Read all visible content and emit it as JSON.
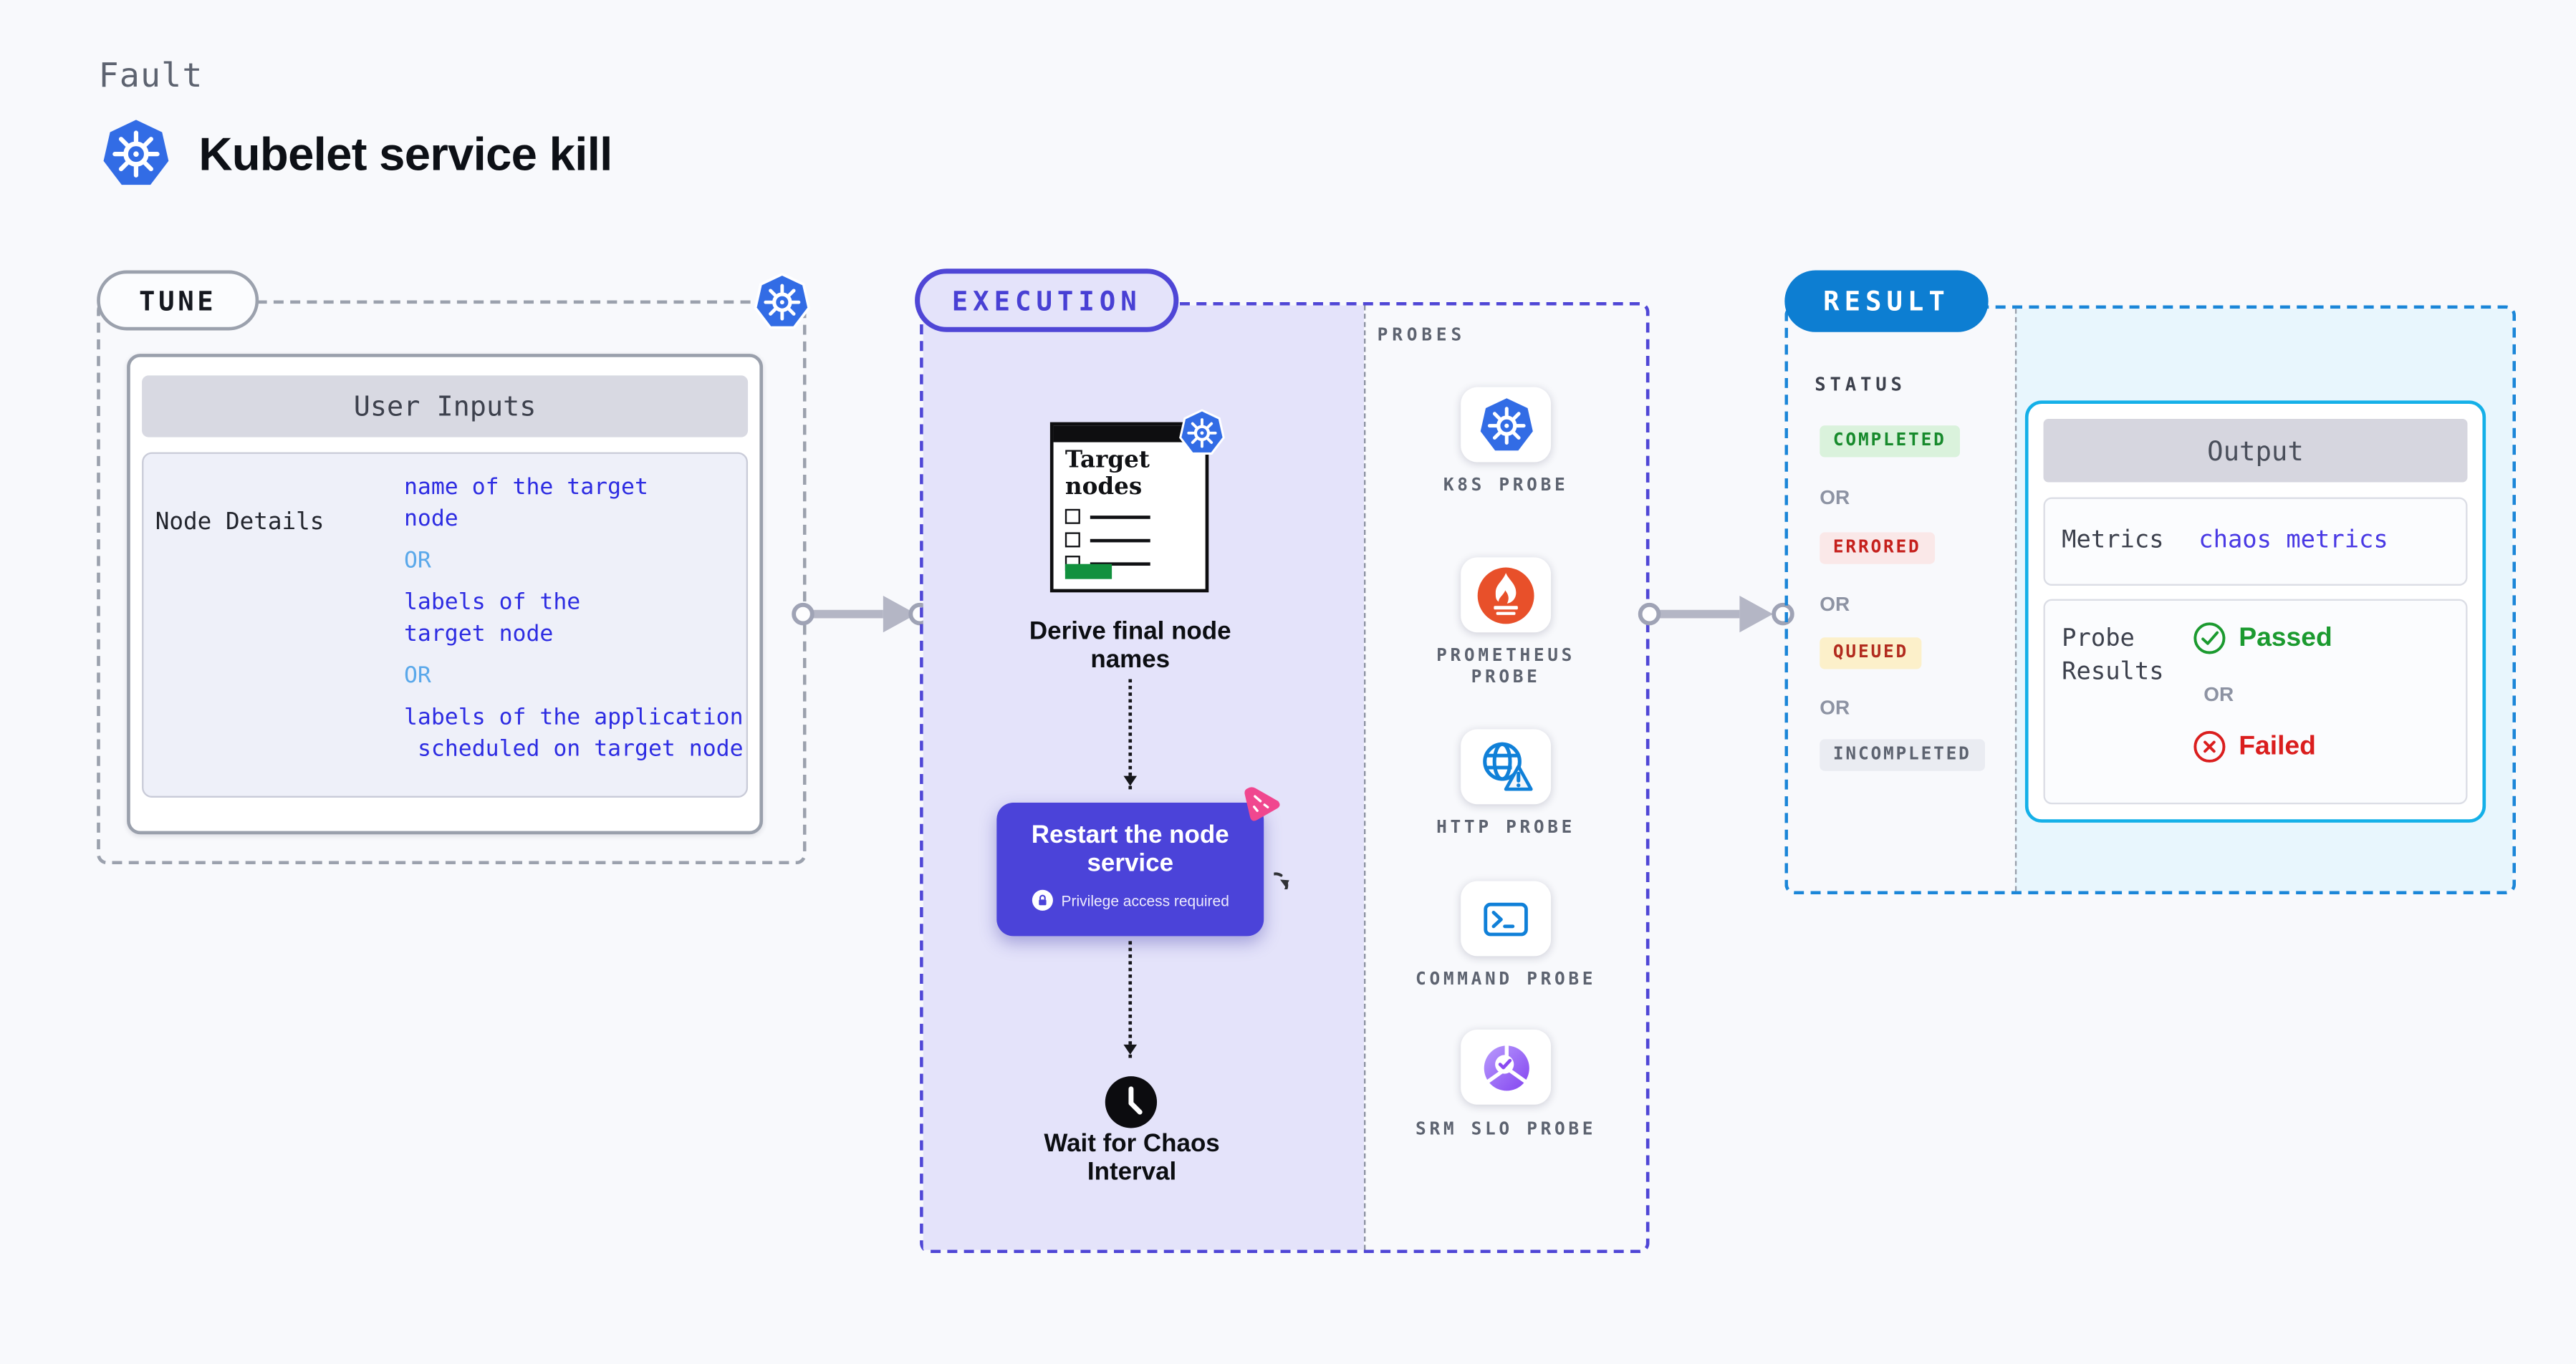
{
  "header": {
    "category_label": "Fault",
    "title": "Kubelet service kill"
  },
  "tune": {
    "tag": "TUNE",
    "card_title": "User Inputs",
    "row_label": "Node Details",
    "values": [
      {
        "type": "value",
        "text": "name of the target\nnode"
      },
      {
        "type": "or",
        "text": "OR"
      },
      {
        "type": "value",
        "text": "labels of the\ntarget node"
      },
      {
        "type": "or",
        "text": "OR"
      },
      {
        "type": "value",
        "text": "labels of the application\n scheduled on target node"
      }
    ]
  },
  "execution": {
    "tag": "EXECUTION",
    "doc_title": "Target nodes",
    "step_derive": "Derive final node names",
    "action_title": "Restart the node service",
    "action_note": "Privilege access required",
    "step_wait": "Wait for Chaos Interval"
  },
  "probes": {
    "title": "PROBES",
    "items": [
      {
        "label": "K8S PROBE",
        "icon": "kubernetes-icon"
      },
      {
        "label": "PROMETHEUS PROBE",
        "icon": "prometheus-icon"
      },
      {
        "label": "HTTP PROBE",
        "icon": "globe-warning-icon"
      },
      {
        "label": "COMMAND PROBE",
        "icon": "terminal-icon"
      },
      {
        "label": "SRM SLO PROBE",
        "icon": "slo-donut-icon"
      }
    ]
  },
  "result": {
    "tag": "RESULT",
    "status_title": "STATUS",
    "or_label": "OR",
    "statuses": [
      {
        "label": "COMPLETED",
        "bg": "#daf2dc",
        "color": "#178a2c"
      },
      {
        "label": "ERRORED",
        "bg": "#fae8e8",
        "color": "#c5201c"
      },
      {
        "label": "QUEUED",
        "bg": "#fcf0ca",
        "color": "#b22b1e"
      },
      {
        "label": "INCOMPLETED",
        "bg": "#eaecf2",
        "color": "#5d6370"
      }
    ],
    "output": {
      "title": "Output",
      "metrics_label": "Metrics",
      "metrics_value": "chaos metrics",
      "probe_results_label": "Probe\nResults",
      "passed_label": "Passed",
      "or_label": "OR",
      "failed_label": "Failed"
    }
  },
  "colors": {
    "page_bg": "#f8f9fc",
    "accent_indigo": "#4f46d6",
    "result_blue": "#0d7ed2",
    "output_border_cyan": "#14b0e8",
    "k8s_blue": "#326ce5",
    "prometheus_orange": "#e8502a",
    "value_blue": "#2d2ce2",
    "or_light_blue": "#5aa8ea",
    "passed_green": "#1b9a2f",
    "failed_red": "#da1e1e",
    "action_purple": "#4b43d9",
    "pink_badge": "#f0478f"
  }
}
